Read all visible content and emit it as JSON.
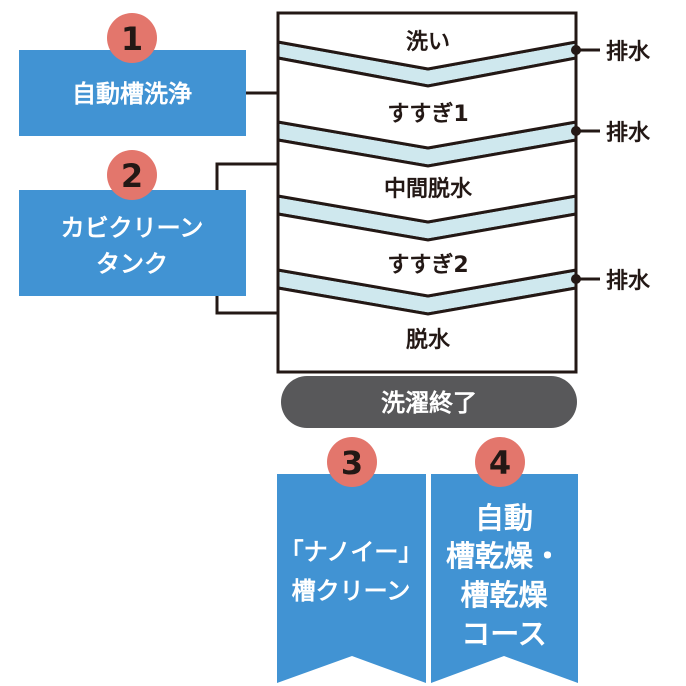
{
  "steps": [
    {
      "label": "洗い"
    },
    {
      "label": "すすぎ1"
    },
    {
      "label": "中間脱水"
    },
    {
      "label": "すすぎ2"
    },
    {
      "label": "脱水"
    }
  ],
  "drain_label": "排水",
  "drains": [
    {
      "label": "排水"
    },
    {
      "label": "排水"
    },
    {
      "label": "排水"
    }
  ],
  "badges": [
    {
      "number": "1"
    },
    {
      "number": "2"
    },
    {
      "number": "3"
    },
    {
      "number": "4"
    }
  ],
  "boxes": {
    "auto_clean": "自動槽洗浄",
    "mold_clean_line1": "カビクリーン",
    "mold_clean_line2": "タンク",
    "nanoe_line1": "「ナノイー」",
    "nanoe_line2": "槽クリーン",
    "dry_line1": "自動",
    "dry_line2": "槽乾燥・",
    "dry_line3": "槽乾燥",
    "dry_line4": "コース"
  },
  "end_label": "洗濯終了",
  "colors": {
    "blue": "#4193d3",
    "badge": "#e3766c",
    "light_blue": "#cfe8ee",
    "gray": "#58585a",
    "line": "#231815"
  }
}
